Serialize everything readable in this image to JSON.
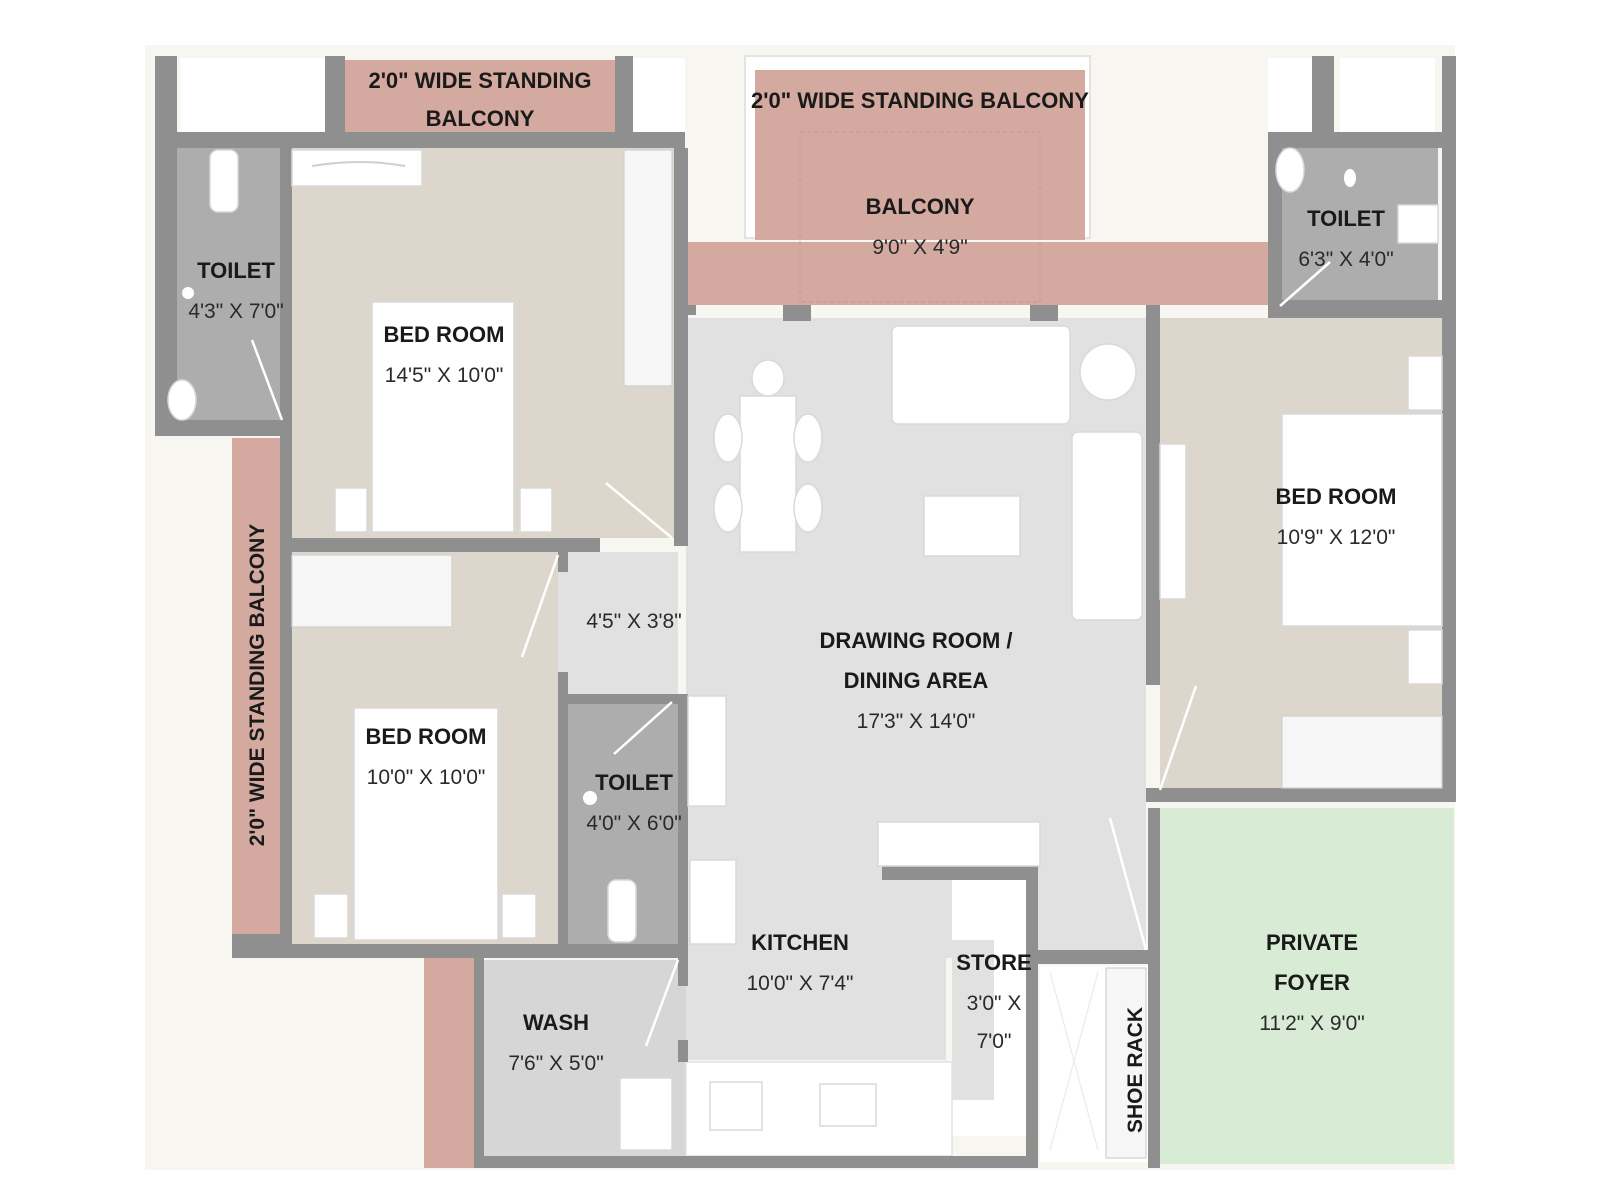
{
  "colors": {
    "background": "#ffffff",
    "outer_paper": "#f7f6f1",
    "wall": "#8f8f8f",
    "balcony": "#d4a99f",
    "bedroom": "#ddd6cc",
    "living": "#e1e1e1",
    "toilet": "#adadad",
    "wash": "#d6d6d6",
    "foyer": "#d8ebd4",
    "white_area": "#ffffff"
  },
  "rooms": {
    "top_balcony_left": {
      "line1": "2'0\" WIDE STANDING",
      "line2": "BALCONY"
    },
    "top_balcony_center": {
      "label": "2'0\" WIDE STANDING BALCONY"
    },
    "balcony": {
      "label": "BALCONY",
      "size": "9'0\" X 4'9\""
    },
    "toilet_top_left": {
      "label": "TOILET",
      "size": "4'3\" X 7'0\""
    },
    "toilet_top_right": {
      "label": "TOILET",
      "size": "6'3\" X 4'0\""
    },
    "bedroom_top_left": {
      "label": "BED ROOM",
      "size": "14'5\" X 10'0\""
    },
    "bedroom_right": {
      "label": "BED ROOM",
      "size": "10'9\" X 12'0\""
    },
    "bedroom_bottom_left": {
      "label": "BED ROOM",
      "size": "10'0\" X 10'0\""
    },
    "side_balcony": {
      "label": "2'0\" WIDE STANDING BALCONY"
    },
    "passage": {
      "size": "4'5\" X 3'8\""
    },
    "drawing_room": {
      "line1": "DRAWING ROOM /",
      "line2": "DINING AREA",
      "size": "17'3\" X 14'0\""
    },
    "toilet_middle": {
      "label": "TOILET",
      "size": "4'0\" X 6'0\""
    },
    "kitchen": {
      "label": "KITCHEN",
      "size": "10'0\" X 7'4\""
    },
    "store": {
      "label": "STORE",
      "size_line1": "3'0\" X",
      "size_line2": "7'0\""
    },
    "wash": {
      "label": "WASH",
      "size": "7'6\" X 5'0\""
    },
    "shoe_rack": {
      "label": "SHOE RACK"
    },
    "private_foyer": {
      "line1": "PRIVATE",
      "line2": "FOYER",
      "size": "11'2\" X 9'0\""
    }
  }
}
